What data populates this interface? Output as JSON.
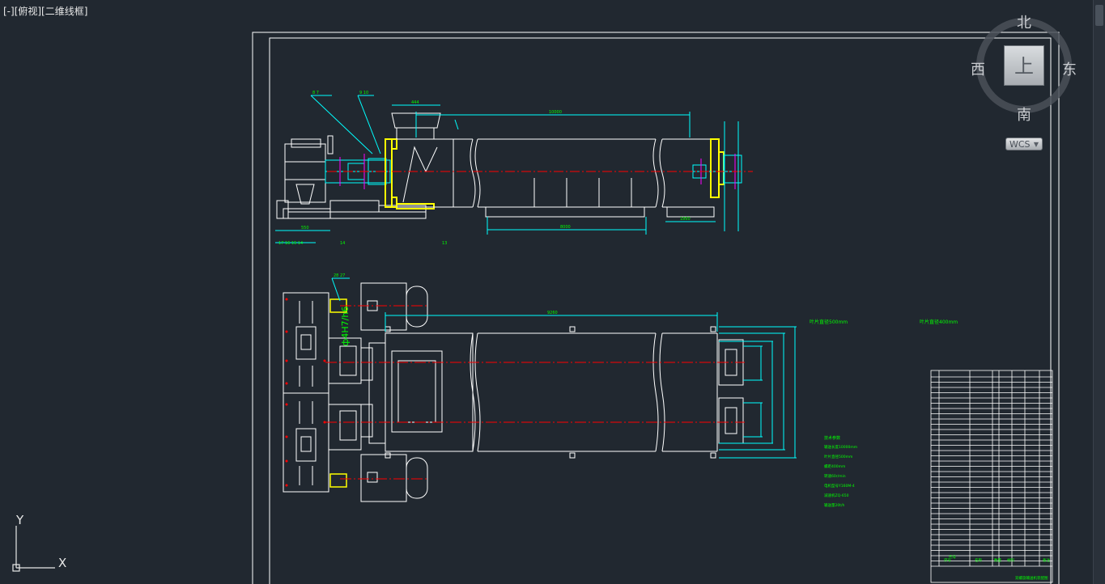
{
  "viewport": {
    "label": "[-][俯视][二维线框]"
  },
  "viewcube": {
    "north": "北",
    "south": "南",
    "west": "西",
    "east": "东",
    "face": "上",
    "wcs_label": "WCS"
  },
  "ucs": {
    "y_label": "Y",
    "x_label": "X"
  },
  "drawing": {
    "note_left": "叶片直径500mm",
    "note_right": "叶片直径400mm",
    "tech_title": "技术参数",
    "tech_lines": [
      "输送长度10000mm",
      "叶片直径500mm",
      "螺距400mm",
      "转速60r/min",
      "电机型号Y160M-4",
      "减速机ZQ-650",
      "输送量20t/h"
    ],
    "dim_length": "8000",
    "dim_top": "10000",
    "vertical_text": "ф4H7/h6",
    "title_block_headers": [
      "序号",
      "代号",
      "名称",
      "数量",
      "材料",
      "备注"
    ],
    "title_block_name": "双螺旋输送机装配图"
  },
  "colors": {
    "background": "#212830",
    "line_white": "#ffffff",
    "line_green": "#00ff00",
    "line_yellow": "#ffff00",
    "line_cyan": "#00ffff",
    "line_red": "#ff0000",
    "line_magenta": "#ff00ff"
  }
}
